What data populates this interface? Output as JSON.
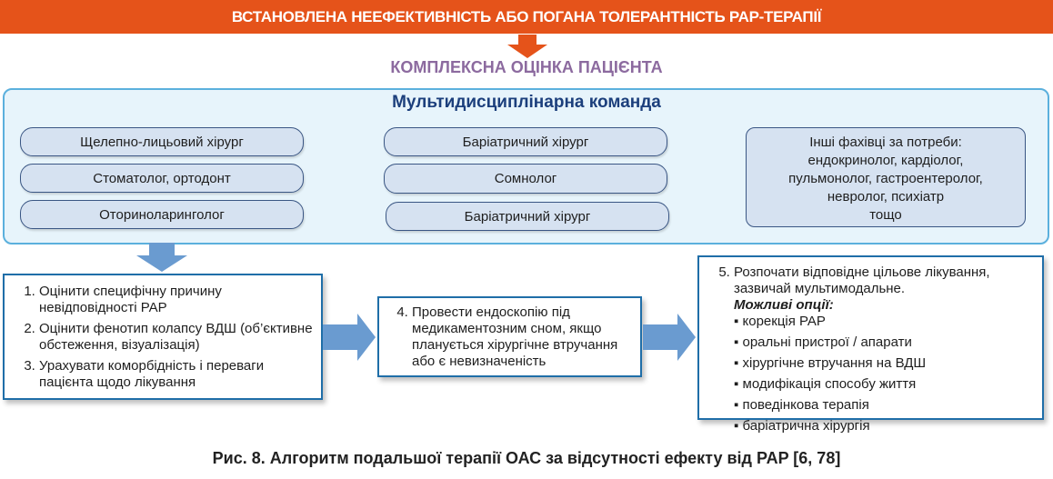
{
  "header": {
    "title": "ВСТАНОВЛЕНА НЕЕФЕКТИВНІСТЬ АБО ПОГАНА ТОЛЕРАНТНІСТЬ PAP-ТЕРАПІЇ",
    "subtitle": "КОМПЛЕКСНА ОЦІНКА ПАЦІЄНТА"
  },
  "team": {
    "title": "Мультидисциплінарна команда",
    "col1": [
      "Щелепно-лицьовий хірург",
      "Стоматолог, ортодонт",
      "Оториноларинголог"
    ],
    "col2": [
      "Баріатричний хірург",
      "Сомнолог",
      "Баріатричний хірург"
    ],
    "others": [
      "Інші фахівці за потреби:",
      "ендокринолог, кардіолог,",
      "пульмонолог, гастроентеролог,",
      "невролог, психіатр",
      "тощо"
    ]
  },
  "steps": {
    "s1": "Оцінити специфічну причину невідповідності PAP",
    "s2": "Оцінити фенотип колапсу ВДШ (об’єктивне обстеження, візуалізація)",
    "s3": "Урахувати коморбідність і переваги пацієнта щодо лікування",
    "s4": "Провести ендоскопію під медикаментозним сном, якщо планується хірургічне втручання або є невизначеність",
    "s5": "Розпочати відповідне цільове лікування, зазвичай мультимодальне.",
    "options_label": "Можливі опції:",
    "options": [
      "корекція PAP",
      "оральні пристрої / апарати",
      "хірургічне втручання на ВДШ",
      "модифікація способу життя",
      "поведінкова терапія",
      "баріатрична хірургія"
    ]
  },
  "caption": "Рис. 8. Алгоритм подальшої терапії ОАС за відсутності ефекту від PAP [6, 78]",
  "colors": {
    "orange": "#e5531a",
    "blue_arrow": "#6a9bd0",
    "border": "#1f6ea8"
  }
}
